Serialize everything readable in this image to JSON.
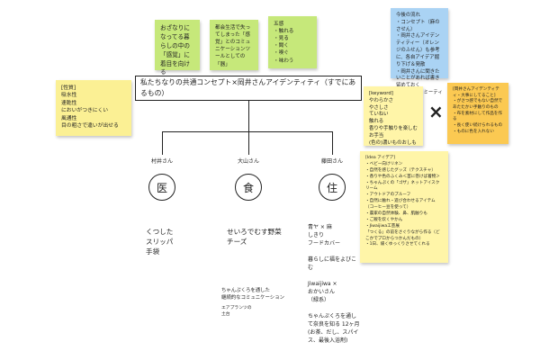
{
  "stickies": {
    "top1": "おざなりになってる暮らしの中の「感覚」に着目を向ける",
    "top2": "都会生活で失ってしまった「感覚」とのコミュニケーションツールとしての「器」",
    "top3": "五感\n・触れる\n・見る\n・聞く\n・嗅ぐ\n・味わう",
    "left": "[性質]\n吸水性\n速乾性\nにおいがつきにくい\n風通性\n目の粗さで違いが出せる",
    "blue": "今後の流れ\n・コンセプト（麻のさせん）\n・岡井さんアイデンティティー（オレンジのふせん）も参考に、各自アイデア掘り下げ＆発散\n・岡井さんに聞きたいことがあれば書き留めておく\n・11/13(日)ミーティング",
    "keyword": "[keyword]\nやわらかさ\nやさしさ\nていねい\n触れる\n香りや手触りを楽しむ\nお手当\n(色の)濃いものおしも",
    "orange": "[岡井さんアイデンティティ・大事にしてること]\n・がさつ感でもない自然であたたかい手触りのもの\n・布を素材にして作品を作る\n・長く使い続けられるもの\n・ものに色を入れない",
    "ideas": "[Idea アイデア]\n・ベビー向けリネン\n・自然を感じたグッズ（テクスチャ）\n・香りや色のふくみ＜首に巻けば着物＞\n・ちゃんぷくの「ゴザ」ネットアイスクリーム\n・アウトドアのプルーフ\n・自然に触れ・遊び合わせるアイテム（コーヒー豆を使って）\n・農家の自然体験、鼻、肌触りも\n・ご飯を炊くやかん\n・Jiwaijiwa工芸展\n「つくる」の前をさぐりながら作る（どこかでプロからつかんだもの）\n・1日、緩くゆっくりさせてくれる"
  },
  "xmark": "×",
  "title": "私たちなりの共通コンセプト×岡井さんアイデンティティ（すでにあるもの）",
  "branches": [
    {
      "person": "村井さん",
      "symbol": "医",
      "items": "くつした\nスリッパ\n手袋"
    },
    {
      "person": "大山さん",
      "symbol": "食",
      "items": "せいろでむす野菜\nチーズ"
    },
    {
      "person": "藤田さん",
      "symbol": "住",
      "items": "青ヤ × 麻\nしきり\nフードカバー\n\n暮らしに福をよびこむ\n\nJiwaijiwa ×\nおかいさん\n（緑系）\n\nちゃんぷくろを通して奈良を知る 12ヶ月\n(お茶、だし、スパイス、最後入浴剤)"
    }
  ],
  "notes": {
    "communication": "ちゃんぷくろを通した\n継続的なコミュニケーション",
    "air": "エアプランツの\n土台"
  }
}
